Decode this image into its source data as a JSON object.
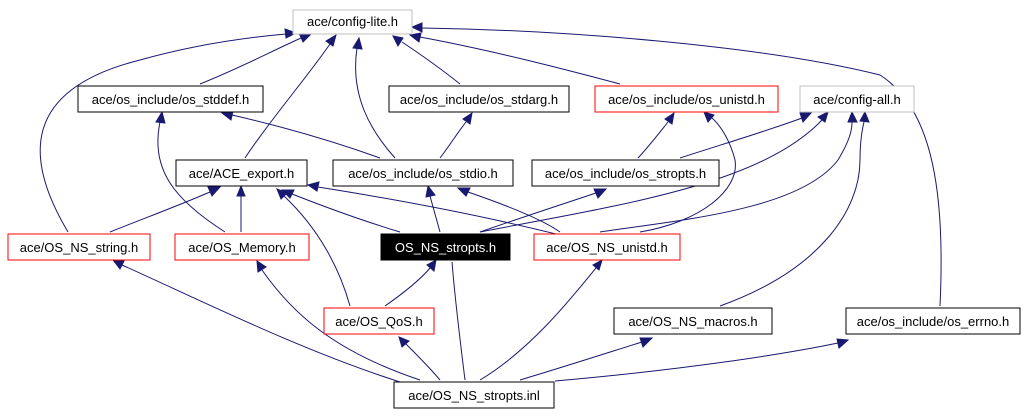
{
  "colors": {
    "edge": "#191970",
    "border_default": "#000000",
    "border_red": "#ff0000",
    "border_gray": "#bfbfbf",
    "current_fill": "#000000",
    "current_text": "#ffffff",
    "text": "#000000"
  },
  "nodes": {
    "config_lite": "ace/config-lite.h",
    "os_stddef": "ace/os_include/os_stddef.h",
    "os_stdarg": "ace/os_include/os_stdarg.h",
    "os_unistd_inc": "ace/os_include/os_unistd.h",
    "config_all": "ace/config-all.h",
    "ace_export": "ace/ACE_export.h",
    "os_stdio": "ace/os_include/os_stdio.h",
    "os_stropts_inc": "ace/os_include/os_stropts.h",
    "os_ns_string": "ace/OS_NS_string.h",
    "os_memory": "ace/OS_Memory.h",
    "os_ns_stropts": "OS_NS_stropts.h",
    "os_ns_unistd": "ace/OS_NS_unistd.h",
    "os_qos": "ace/OS_QoS.h",
    "os_ns_macros": "ace/OS_NS_macros.h",
    "os_errno": "ace/os_include/os_errno.h",
    "os_ns_stropts_inl": "ace/OS_NS_stropts.inl"
  }
}
